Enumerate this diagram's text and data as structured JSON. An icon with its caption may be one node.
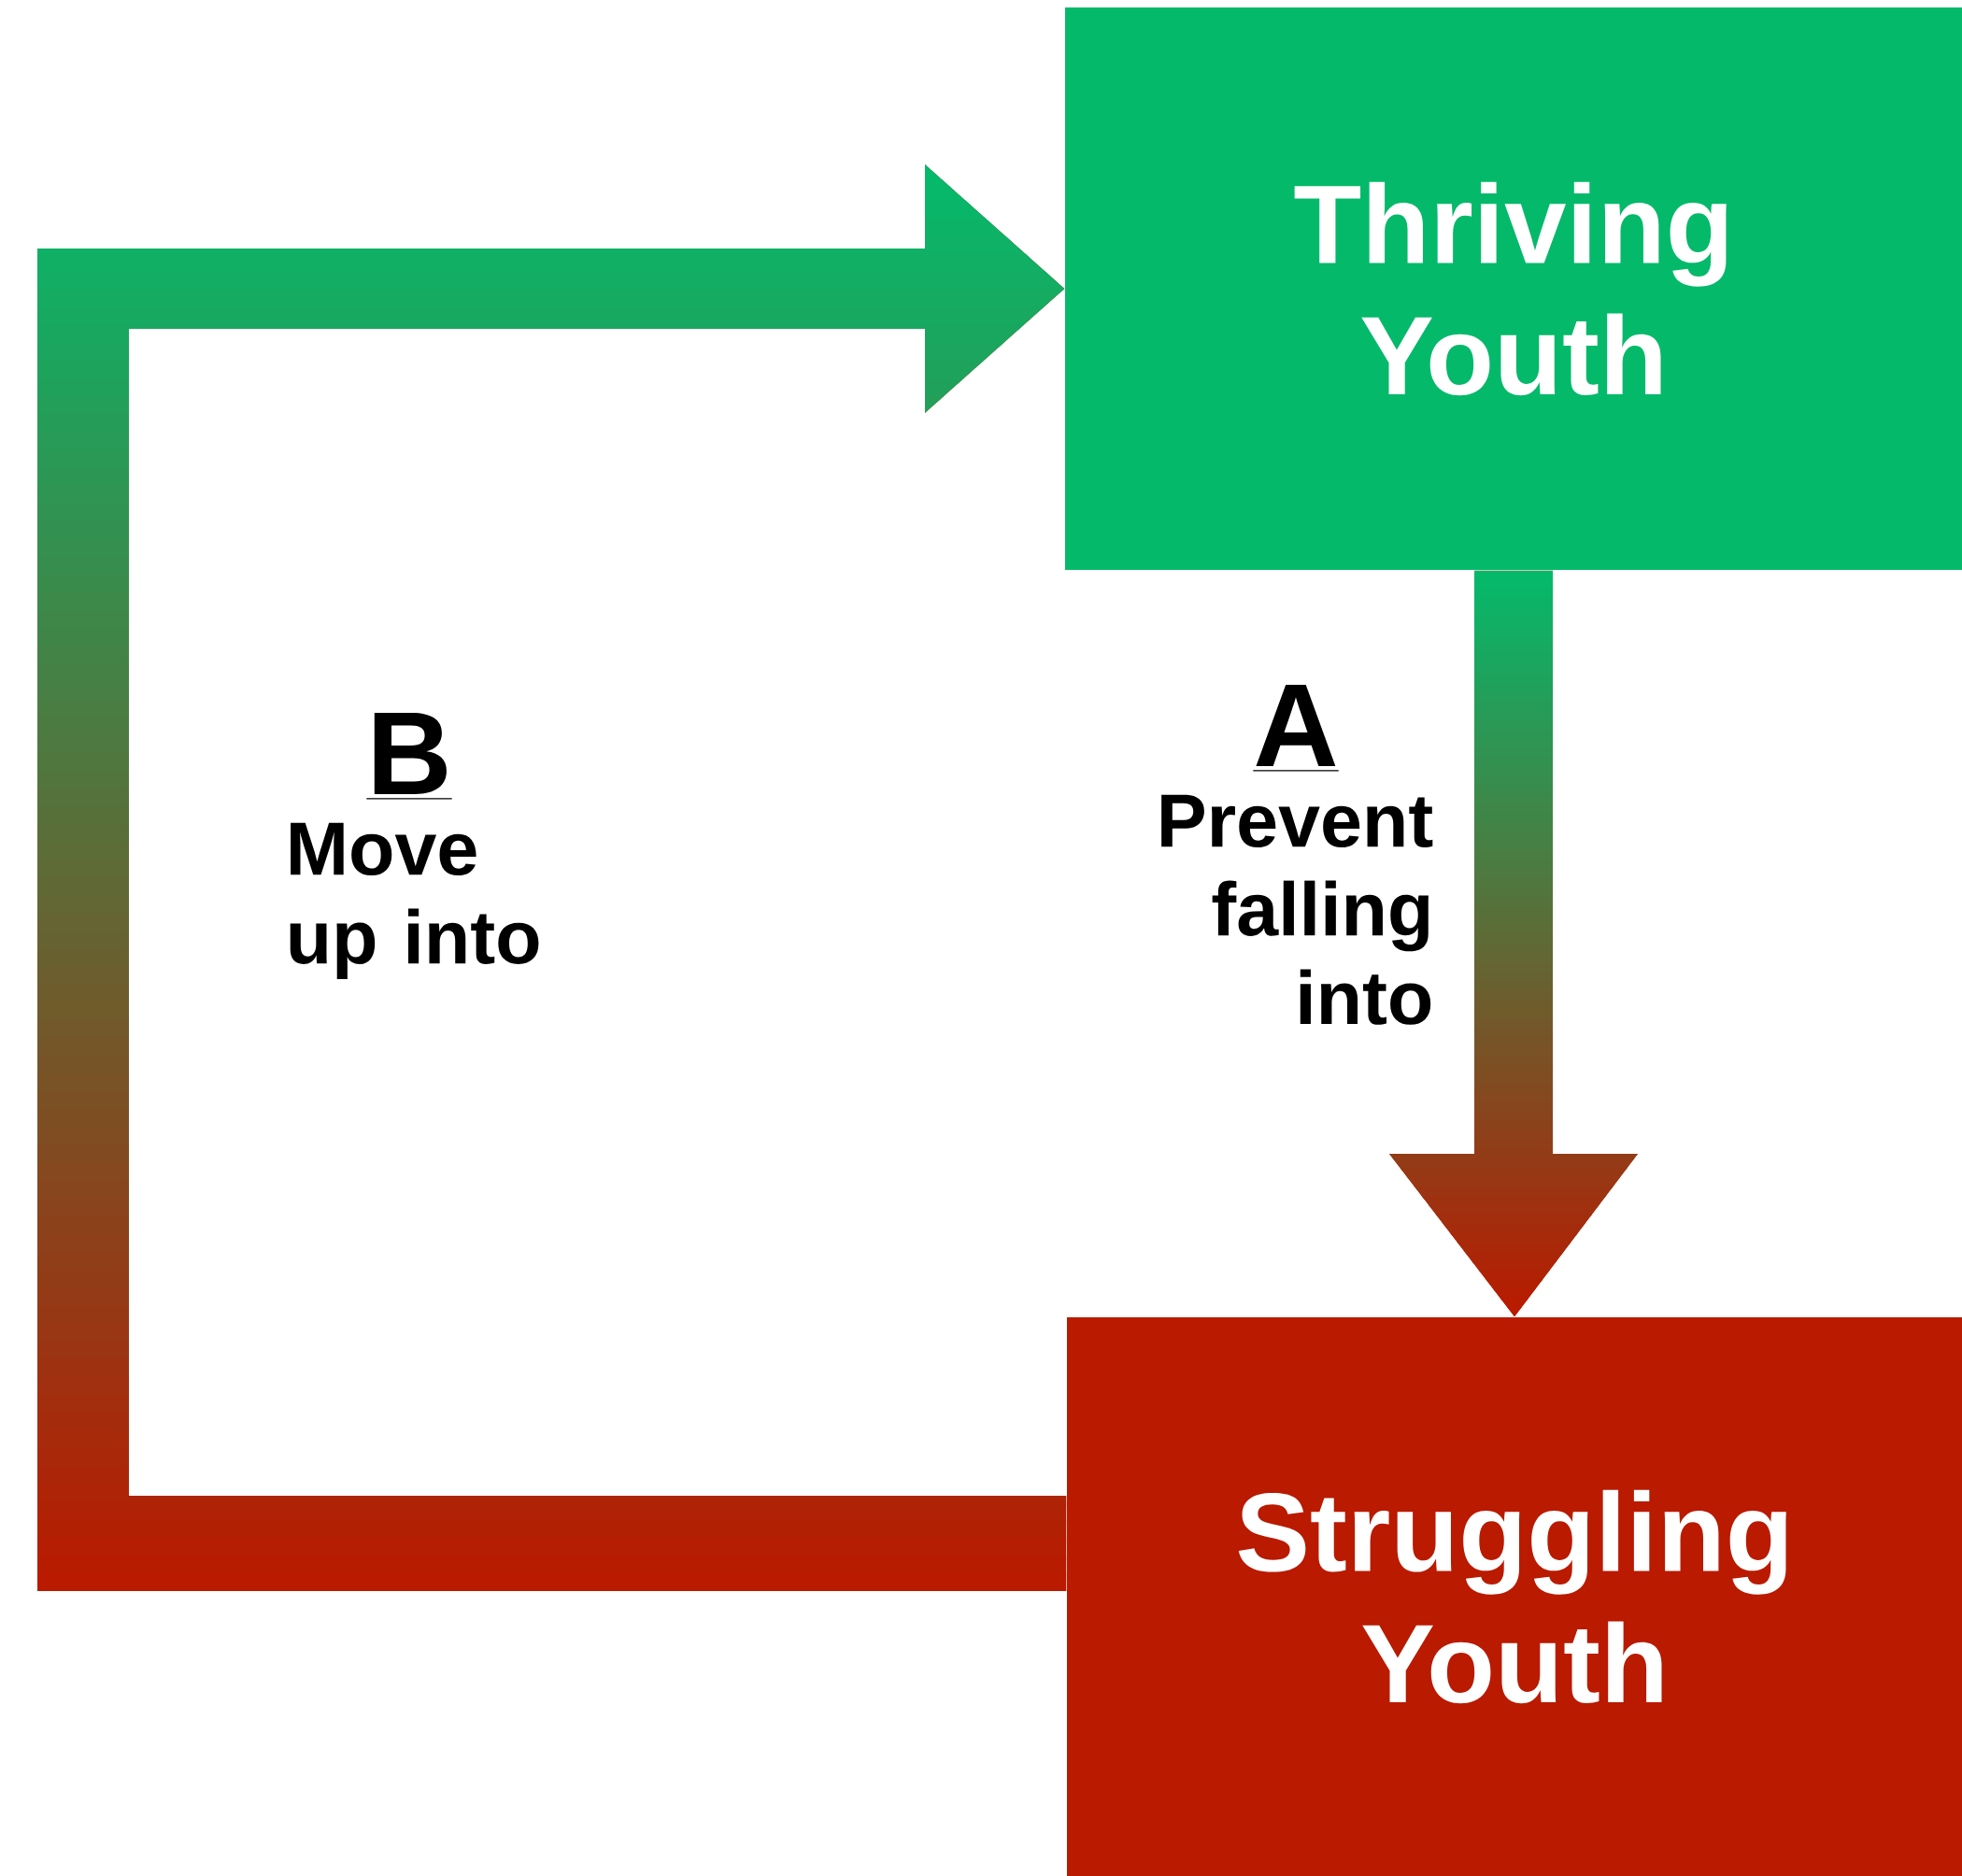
{
  "diagram": {
    "nodes": [
      {
        "text": [
          "Thriving Youth"
        ]
      },
      {
        "text": [
          "Struggling Youth"
        ]
      }
    ],
    "edges": [
      {
        "from": 0,
        "to": 1,
        "arrow": "to"
      },
      {
        "from": 1,
        "to": 0,
        "arrow": "to"
      }
    ],
    "labels": [
      "A",
      "Prevent falling into",
      "B",
      "Move up into"
    ]
  }
}
